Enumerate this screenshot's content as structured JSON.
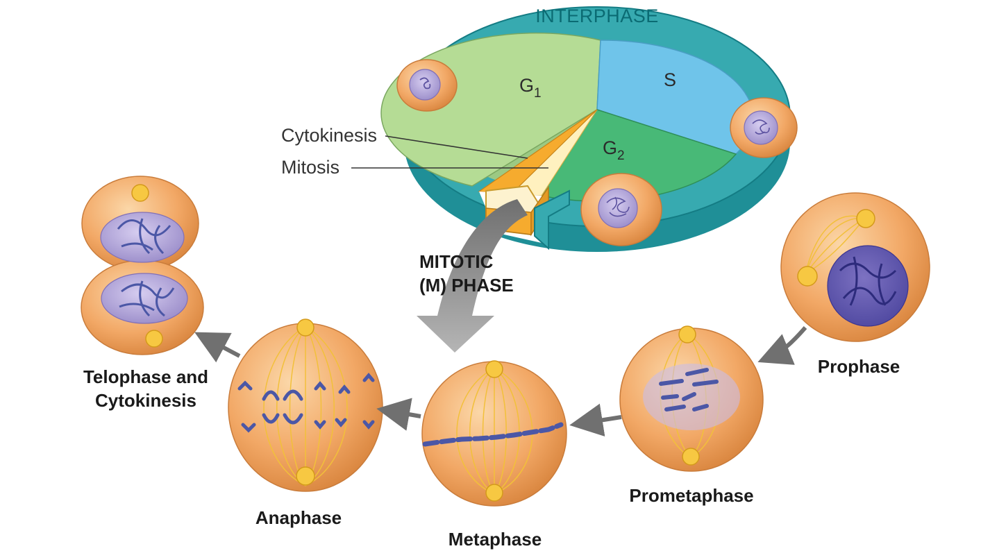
{
  "diagram": {
    "cycle": {
      "ring_label": "INTERPHASE",
      "sectors": {
        "g1": {
          "letter": "G",
          "sub": "1"
        },
        "s": {
          "letter": "S"
        },
        "g2": {
          "letter": "G",
          "sub": "2"
        }
      },
      "callouts": {
        "cytokinesis": "Cytokinesis",
        "mitosis": "Mitosis"
      },
      "m_phase": [
        "MITOTIC",
        "(M) PHASE"
      ]
    },
    "stages": {
      "prophase": "Prophase",
      "prometaphase": "Prometaphase",
      "metaphase": "Metaphase",
      "anaphase": "Anaphase",
      "telophase": [
        "Telophase and",
        "Cytokinesis"
      ]
    },
    "colors": {
      "ring_teal": "#37aab0",
      "ring_teal_dark": "#1f8f97",
      "g1_green": "#b5dc95",
      "s_blue": "#6fc4ea",
      "g2_green": "#48b977",
      "mitosis_cream": "#fff1bf",
      "cytokinesis_orange": "#f6ab2e",
      "cell_orange": "#f2a866",
      "nucleus_purple": "#9f90cf",
      "chromosome": "#4b57a6",
      "spindle": "#f2c03a",
      "arrow_gray": "#888888"
    }
  }
}
